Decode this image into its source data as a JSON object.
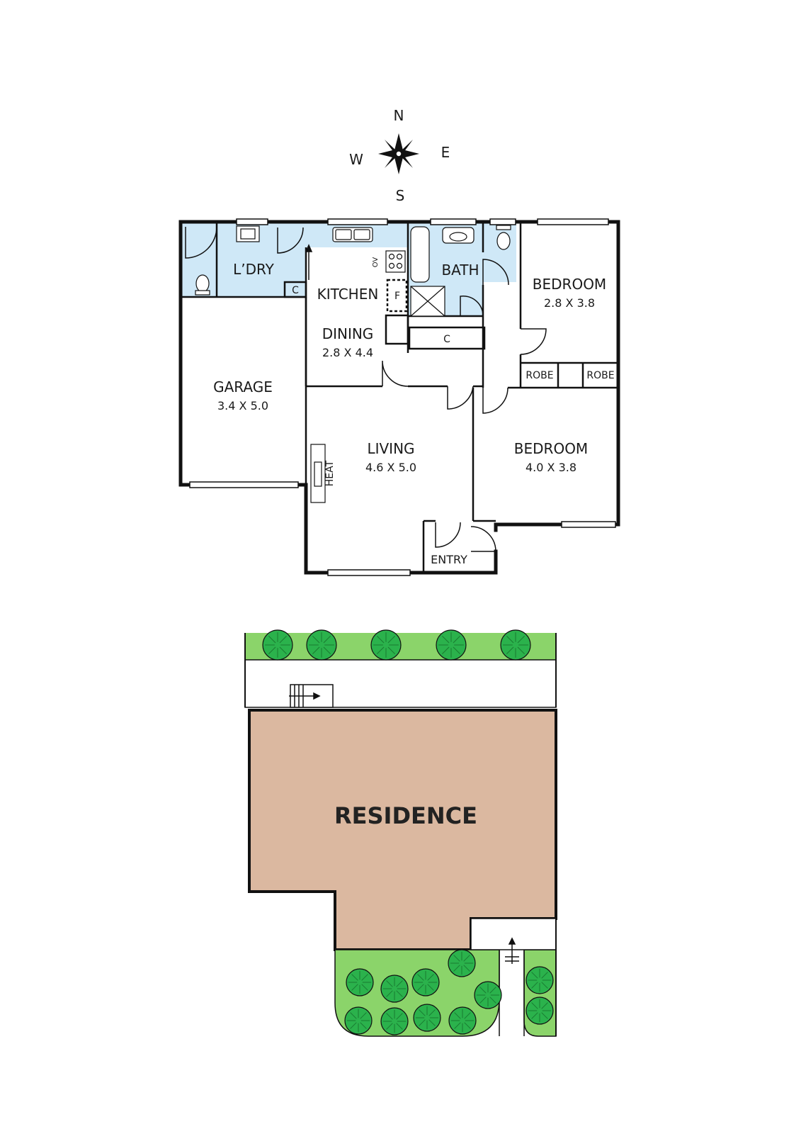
{
  "compass": {
    "north": "N",
    "south": "S",
    "east": "E",
    "west": "W"
  },
  "rooms": {
    "laundry": {
      "name": "L’DRY"
    },
    "kitchen": {
      "name": "KITCHEN"
    },
    "dining": {
      "name": "DINING",
      "size": "2.8 X 4.4"
    },
    "bath": {
      "name": "BATH"
    },
    "bedroom1": {
      "name": "BEDROOM",
      "size": "2.8 X 3.8"
    },
    "bedroom2": {
      "name": "BEDROOM",
      "size": "4.0 X 3.8"
    },
    "garage": {
      "name": "GARAGE",
      "size": "3.4 X 5.0"
    },
    "living": {
      "name": "LIVING",
      "size": "4.6 X 5.0"
    },
    "entry": {
      "name": "ENTRY"
    }
  },
  "fixtures": {
    "cupboard": "C",
    "robe": "ROBE",
    "fridge": "F",
    "oven": "OV",
    "heater": "HEAT"
  },
  "site": {
    "residence": "RESIDENCE"
  },
  "colors": {
    "wet_area": "#cfe8f7",
    "residence": "#dbb8a0",
    "lawn": "#8bd46a",
    "tree": "#2bb24c",
    "wall": "#111111"
  }
}
